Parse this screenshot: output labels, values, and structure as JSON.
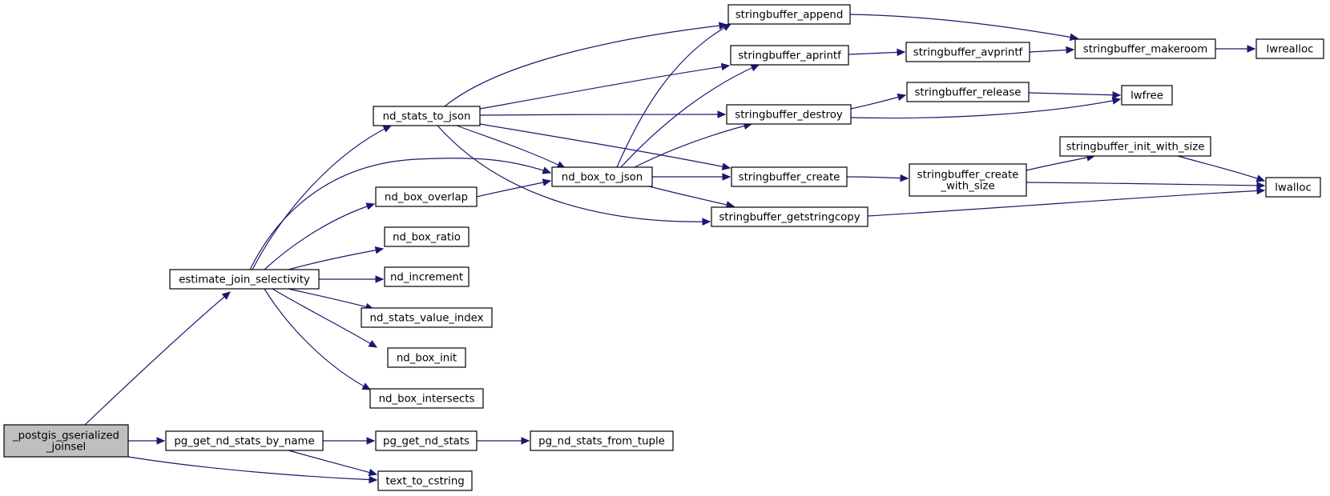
{
  "graph": {
    "colors": {
      "edge": "#191970",
      "node_fill": "#ffffff",
      "root_fill": "#bfbfbf",
      "border": "#000000"
    },
    "nodes": [
      {
        "id": "postgis_joinsel",
        "lines": [
          "_postgis_gserialized",
          "_joinsel"
        ],
        "root": true
      },
      {
        "id": "estimate_join_selectivity",
        "lines": [
          "estimate_join_selectivity"
        ]
      },
      {
        "id": "pg_get_nd_stats_by_name",
        "lines": [
          "pg_get_nd_stats_by_name"
        ]
      },
      {
        "id": "text_to_cstring",
        "lines": [
          "text_to_cstring"
        ]
      },
      {
        "id": "nd_stats_to_json",
        "lines": [
          "nd_stats_to_json"
        ]
      },
      {
        "id": "nd_box_overlap",
        "lines": [
          "nd_box_overlap"
        ]
      },
      {
        "id": "nd_box_ratio",
        "lines": [
          "nd_box_ratio"
        ]
      },
      {
        "id": "nd_increment",
        "lines": [
          "nd_increment"
        ]
      },
      {
        "id": "nd_stats_value_index",
        "lines": [
          "nd_stats_value_index"
        ]
      },
      {
        "id": "nd_box_init",
        "lines": [
          "nd_box_init"
        ]
      },
      {
        "id": "nd_box_intersects",
        "lines": [
          "nd_box_intersects"
        ]
      },
      {
        "id": "pg_get_nd_stats",
        "lines": [
          "pg_get_nd_stats"
        ]
      },
      {
        "id": "pg_nd_stats_from_tuple",
        "lines": [
          "pg_nd_stats_from_tuple"
        ]
      },
      {
        "id": "nd_box_to_json",
        "lines": [
          "nd_box_to_json"
        ]
      },
      {
        "id": "stringbuffer_append",
        "lines": [
          "stringbuffer_append"
        ]
      },
      {
        "id": "stringbuffer_aprintf",
        "lines": [
          "stringbuffer_aprintf"
        ]
      },
      {
        "id": "stringbuffer_destroy",
        "lines": [
          "stringbuffer_destroy"
        ]
      },
      {
        "id": "stringbuffer_create",
        "lines": [
          "stringbuffer_create"
        ]
      },
      {
        "id": "stringbuffer_getstringcopy",
        "lines": [
          "stringbuffer_getstringcopy"
        ]
      },
      {
        "id": "stringbuffer_avprintf",
        "lines": [
          "stringbuffer_avprintf"
        ]
      },
      {
        "id": "stringbuffer_release",
        "lines": [
          "stringbuffer_release"
        ]
      },
      {
        "id": "stringbuffer_create_with_size",
        "lines": [
          "stringbuffer_create",
          "_with_size"
        ]
      },
      {
        "id": "stringbuffer_init_with_size",
        "lines": [
          "stringbuffer_init_with_size"
        ]
      },
      {
        "id": "stringbuffer_makeroom",
        "lines": [
          "stringbuffer_makeroom"
        ]
      },
      {
        "id": "lwrealloc",
        "lines": [
          "lwrealloc"
        ]
      },
      {
        "id": "lwfree",
        "lines": [
          "lwfree"
        ]
      },
      {
        "id": "lwalloc",
        "lines": [
          "lwalloc"
        ]
      }
    ],
    "edges": [
      {
        "from": "postgis_joinsel",
        "to": "estimate_join_selectivity"
      },
      {
        "from": "postgis_joinsel",
        "to": "pg_get_nd_stats_by_name"
      },
      {
        "from": "postgis_joinsel",
        "to": "text_to_cstring"
      },
      {
        "from": "estimate_join_selectivity",
        "to": "nd_stats_to_json"
      },
      {
        "from": "estimate_join_selectivity",
        "to": "nd_box_to_json"
      },
      {
        "from": "estimate_join_selectivity",
        "to": "nd_box_overlap"
      },
      {
        "from": "estimate_join_selectivity",
        "to": "nd_box_ratio"
      },
      {
        "from": "estimate_join_selectivity",
        "to": "nd_increment"
      },
      {
        "from": "estimate_join_selectivity",
        "to": "nd_stats_value_index"
      },
      {
        "from": "estimate_join_selectivity",
        "to": "nd_box_init"
      },
      {
        "from": "estimate_join_selectivity",
        "to": "nd_box_intersects"
      },
      {
        "from": "pg_get_nd_stats_by_name",
        "to": "pg_get_nd_stats"
      },
      {
        "from": "pg_get_nd_stats_by_name",
        "to": "text_to_cstring"
      },
      {
        "from": "pg_get_nd_stats",
        "to": "pg_nd_stats_from_tuple"
      },
      {
        "from": "nd_stats_to_json",
        "to": "stringbuffer_append"
      },
      {
        "from": "nd_stats_to_json",
        "to": "stringbuffer_aprintf"
      },
      {
        "from": "nd_stats_to_json",
        "to": "stringbuffer_destroy"
      },
      {
        "from": "nd_stats_to_json",
        "to": "nd_box_to_json"
      },
      {
        "from": "nd_stats_to_json",
        "to": "stringbuffer_create"
      },
      {
        "from": "nd_stats_to_json",
        "to": "stringbuffer_getstringcopy"
      },
      {
        "from": "nd_box_overlap",
        "to": "nd_box_to_json"
      },
      {
        "from": "nd_box_to_json",
        "to": "stringbuffer_append"
      },
      {
        "from": "nd_box_to_json",
        "to": "stringbuffer_aprintf"
      },
      {
        "from": "nd_box_to_json",
        "to": "stringbuffer_destroy"
      },
      {
        "from": "nd_box_to_json",
        "to": "stringbuffer_create"
      },
      {
        "from": "nd_box_to_json",
        "to": "stringbuffer_getstringcopy"
      },
      {
        "from": "stringbuffer_append",
        "to": "stringbuffer_makeroom"
      },
      {
        "from": "stringbuffer_aprintf",
        "to": "stringbuffer_avprintf"
      },
      {
        "from": "stringbuffer_avprintf",
        "to": "stringbuffer_makeroom"
      },
      {
        "from": "stringbuffer_makeroom",
        "to": "lwrealloc"
      },
      {
        "from": "stringbuffer_destroy",
        "to": "stringbuffer_release"
      },
      {
        "from": "stringbuffer_destroy",
        "to": "lwfree"
      },
      {
        "from": "stringbuffer_release",
        "to": "lwfree"
      },
      {
        "from": "stringbuffer_create",
        "to": "stringbuffer_create_with_size"
      },
      {
        "from": "stringbuffer_create_with_size",
        "to": "stringbuffer_init_with_size"
      },
      {
        "from": "stringbuffer_create_with_size",
        "to": "lwalloc"
      },
      {
        "from": "stringbuffer_init_with_size",
        "to": "lwalloc"
      },
      {
        "from": "stringbuffer_getstringcopy",
        "to": "lwalloc"
      }
    ]
  }
}
